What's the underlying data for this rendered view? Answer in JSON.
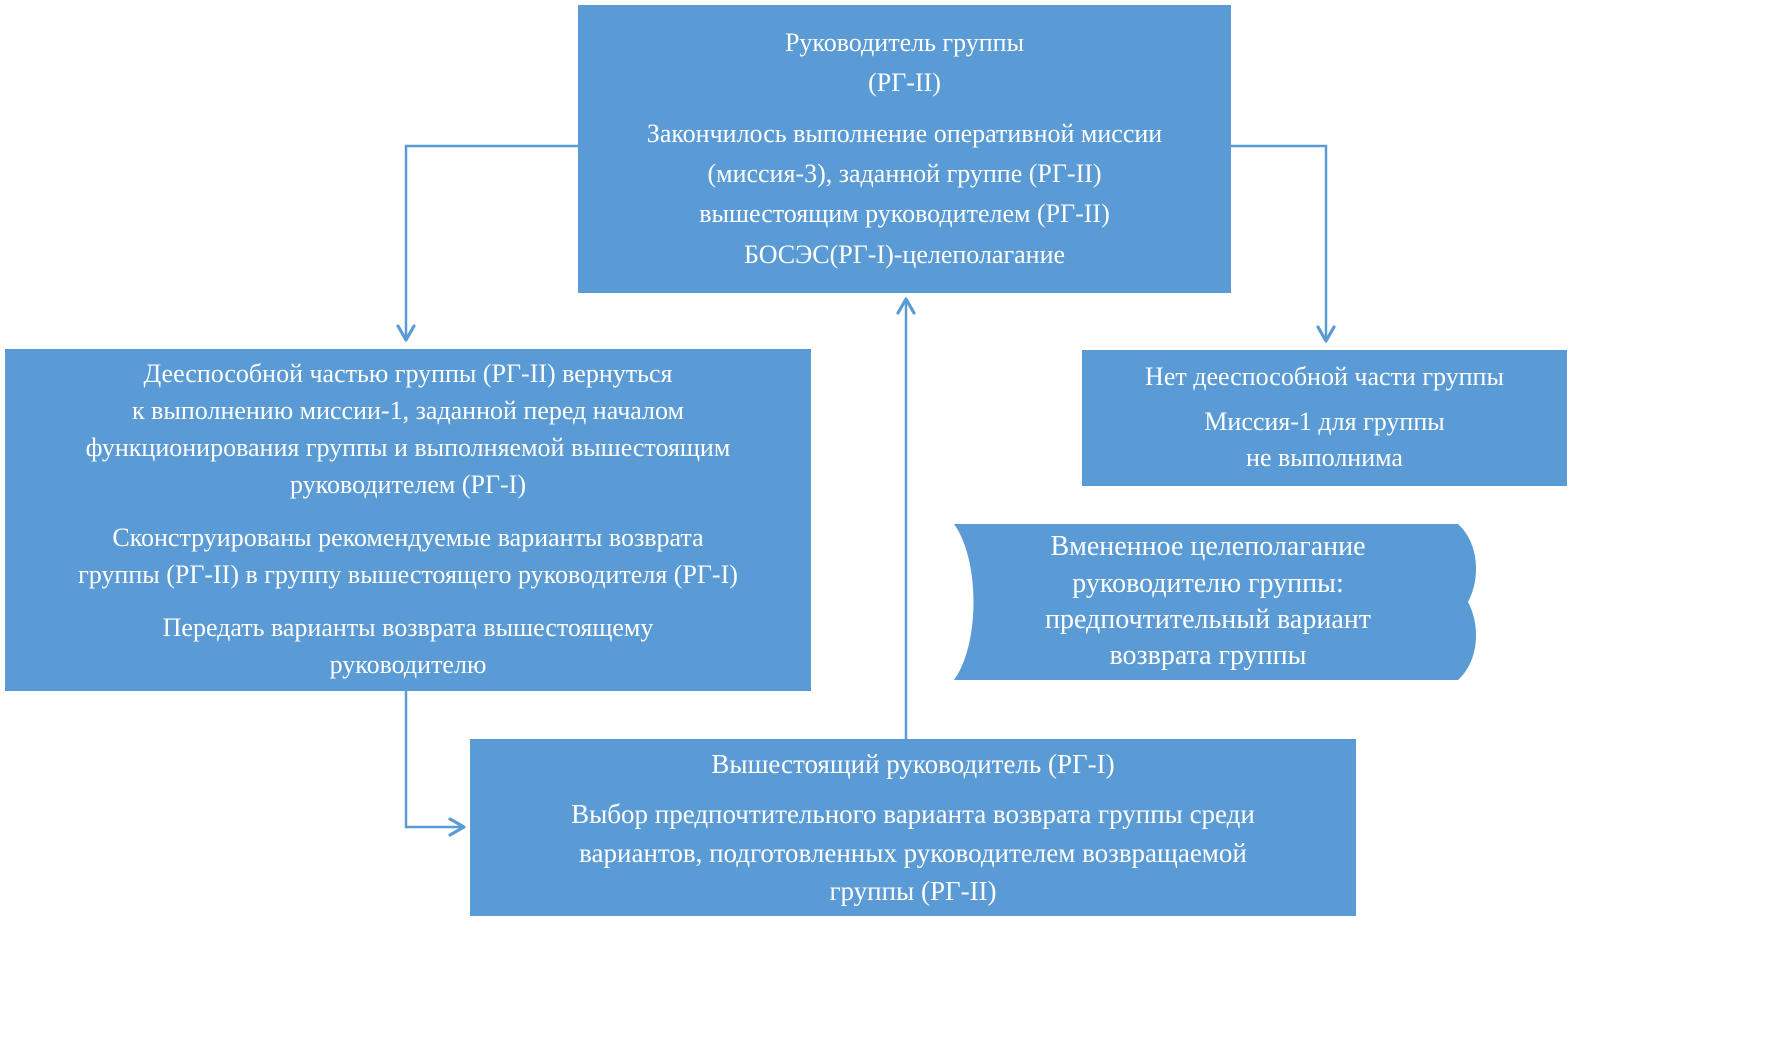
{
  "colors": {
    "node_fill": "#5b9bd5",
    "arrow": "#5b9bd5",
    "text": "#ffffff",
    "background": "#ffffff"
  },
  "nodes": {
    "top": {
      "paragraphs": [
        [
          "Руководитель группы",
          "(РГ-II)"
        ],
        [
          "Закончилось выполнение оперативной миссии",
          "(миссия-3), заданной группе (РГ-II)",
          "вышестоящим руководителем (РГ-II)",
          "БОСЭС(РГ-I)-целеполагание"
        ]
      ]
    },
    "left": {
      "paragraphs": [
        [
          "Дееспособной частью группы (РГ-II) вернуться",
          "к выполнению миссии-1, заданной перед началом",
          "функционирования группы и выполняемой вышестоящим",
          "руководителем (РГ-I)"
        ],
        [
          "Сконструированы рекомендуемые варианты возврата",
          "группы (РГ-II) в группу вышестоящего руководителя (РГ-I)"
        ],
        [
          "Передать варианты возврата вышестоящему",
          "руководителю"
        ]
      ]
    },
    "right": {
      "paragraphs": [
        [
          "Нет дееспособной части группы"
        ],
        [
          "Миссия-1 для группы",
          "не выполнима"
        ]
      ]
    },
    "wave": {
      "lines": [
        "Вмененное целеполагание",
        "руководителю группы:",
        "предпочтительный вариант",
        "возврата группы"
      ]
    },
    "bottom": {
      "paragraphs": [
        [
          "Вышестоящий руководитель (РГ-I)"
        ],
        [
          "Выбор предпочтительного варианта возврата группы среди",
          "вариантов, подготовленных руководителем возвращаемой",
          "группы (РГ-II)"
        ]
      ]
    }
  }
}
